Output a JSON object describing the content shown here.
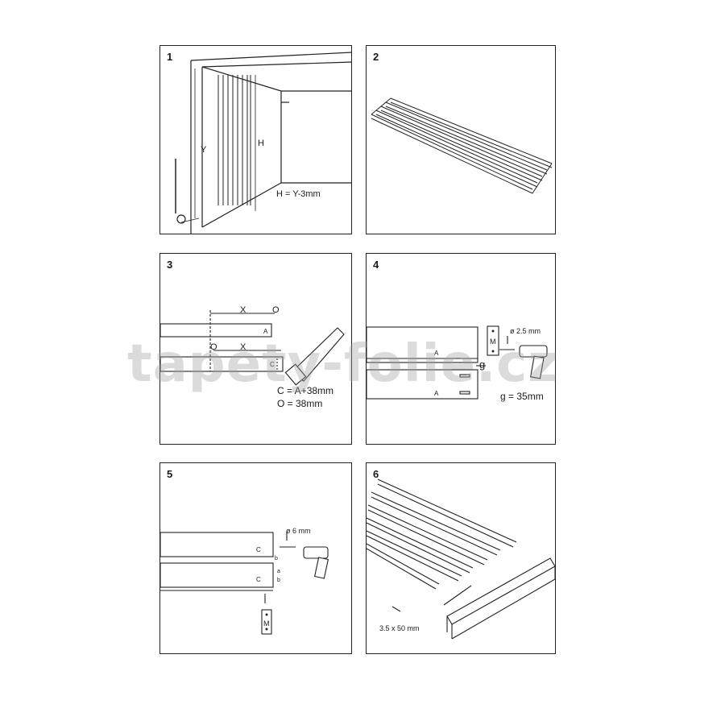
{
  "watermark": "tapety-folie.cz",
  "panels": [
    {
      "number": "1",
      "labels": {
        "y": "Y",
        "h": "H",
        "formula": "H = Y-3mm"
      }
    },
    {
      "number": "2"
    },
    {
      "number": "3",
      "labels": {
        "x_top": "X",
        "o_top": "O",
        "a": "A",
        "o_bottom": "O",
        "x_bottom": "X",
        "c": "C",
        "formula_c": "C = A+38mm",
        "formula_o": "O = 38mm"
      }
    },
    {
      "number": "4",
      "labels": {
        "drill": "ø 2.5 mm",
        "m": "M",
        "a_top": "A",
        "g": "g",
        "a_bottom": "A",
        "formula_g": "g = 35mm"
      }
    },
    {
      "number": "5",
      "labels": {
        "drill": "ø 6 mm",
        "c_top": "C",
        "b_top": "b",
        "a": "a",
        "b_bottom": "b",
        "c_bottom": "C",
        "m": "M"
      }
    },
    {
      "number": "6",
      "labels": {
        "screw": "3.5 x 50 mm"
      }
    }
  ]
}
